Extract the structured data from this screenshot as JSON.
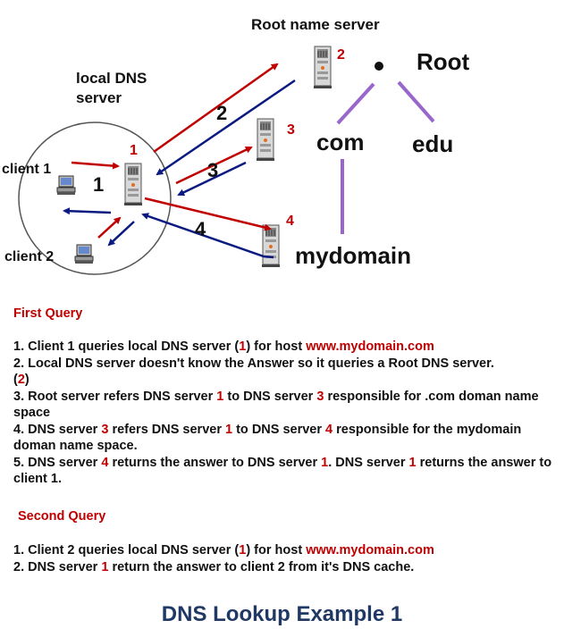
{
  "diagram": {
    "root_server_label": "Root name server",
    "local_dns_label_line1": "local DNS",
    "local_dns_label_line2": "server",
    "client1_label": "client 1",
    "client2_label": "client 2",
    "local_server_num": "1",
    "local_big_num": "1",
    "server2_num": "2",
    "server3_num": "3",
    "server4_num": "4",
    "step2": "2",
    "step3": "3",
    "step4": "4",
    "tree_root": "Root",
    "tree_com": "com",
    "tree_edu": "edu",
    "tree_mydomain": "mydomain",
    "colors": {
      "request": "#c00000",
      "response": "#0a1a80",
      "tree": "#9966cc",
      "circle": "#555555"
    }
  },
  "first_query": {
    "title": "First Query",
    "item1": {
      "a": "1. Client 1 queries local DNS server (",
      "b": "1",
      "c": ") for host ",
      "d": "www.mydomain.com"
    },
    "item2": {
      "a": "2. Local DNS server doesn't know the Answer so it queries a Root DNS server.",
      "b": "(",
      "c": "2",
      "d": ")"
    },
    "item3": {
      "a": "3. Root server refers DNS server ",
      "b": "1",
      "c": " to DNS server ",
      "d": "3",
      "e": " responsible for .com doman name space"
    },
    "item4": {
      "a": "4.  DNS server ",
      "b": "3",
      "c": "  refers DNS server ",
      "d": "1",
      "e": " to DNS server ",
      "f": "4",
      "g": " responsible for the mydomain doman name space."
    },
    "item5": {
      "a": "5. DNS server ",
      "b": "4",
      "c": " returns the answer to DNS server ",
      "d": "1",
      "e": ". DNS server ",
      "f": "1",
      "g": " returns the answer to  client 1."
    }
  },
  "second_query": {
    "title": "Second Query",
    "item1": {
      "a": "1. Client 2 queries local DNS server (",
      "b": "1",
      "c": ") for host ",
      "d": "www.mydomain.com"
    },
    "item2": {
      "a": "2.  DNS server ",
      "b": "1",
      "c": " return the answer to client 2 from it's DNS cache."
    }
  },
  "caption": "DNS Lookup Example 1"
}
